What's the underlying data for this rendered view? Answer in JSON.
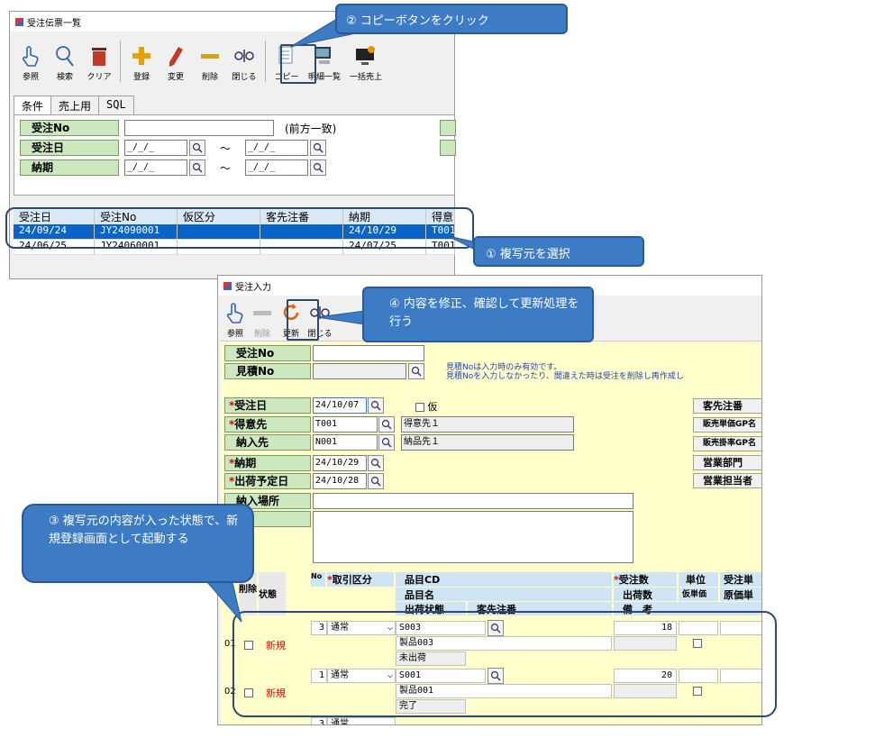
{
  "list_window": {
    "title": "受注伝票一覧",
    "toolbar": [
      {
        "label": "参照",
        "icon": "hand-icon"
      },
      {
        "label": "検索",
        "icon": "magnifier-icon"
      },
      {
        "label": "クリア",
        "icon": "trash-icon"
      },
      {
        "label": "登録",
        "icon": "plus-icon"
      },
      {
        "label": "変更",
        "icon": "pencil-icon"
      },
      {
        "label": "削除",
        "icon": "minus-icon"
      },
      {
        "label": "閉じる",
        "icon": "close-door-icon"
      },
      {
        "label": "コピー",
        "icon": "copy-icon"
      },
      {
        "label": "明細一覧",
        "icon": "monitor-icon"
      },
      {
        "label": "一括売上",
        "icon": "monitor-gear-icon"
      }
    ],
    "tabs": [
      "条件",
      "売上用",
      "SQL"
    ],
    "conditions": {
      "order_no_label": "受注No",
      "order_no_hint": "(前方一致)",
      "order_date_label": "受注日",
      "due_label": "納期",
      "date_placeholder": "_/_/_",
      "tilde": "～"
    },
    "grid_headers": [
      "受注日",
      "受注No",
      "仮区分",
      "客先注番",
      "納期",
      "得意"
    ],
    "rows": [
      {
        "date": "24/09/24",
        "no": "JY24090001",
        "temp": "",
        "cust_no": "",
        "due": "24/10/29",
        "tok": "T001"
      },
      {
        "date": "24/06/25",
        "no": "JY24060001",
        "temp": "",
        "cust_no": "",
        "due": "24/07/25",
        "tok": "T001"
      }
    ]
  },
  "entry_window": {
    "title": "受注入力",
    "toolbar": [
      {
        "label": "参照",
        "icon": "hand-icon"
      },
      {
        "label": "削除",
        "icon": "minus-icon"
      },
      {
        "label": "更新",
        "icon": "refresh-icon"
      },
      {
        "label": "閉じる",
        "icon": "close-door-icon"
      }
    ],
    "order_no_label": "受注No",
    "estimate_no_label": "見積No",
    "notice_line1": "見積Noは入力時のみ有効です。",
    "notice_line2": "見積Noを入力しなかったり、間違えた時は受注を削除し再作成し",
    "order_date_label": "受注日",
    "order_date_value": "24/10/07",
    "temp_label": "仮",
    "customer_label": "得意先",
    "customer_code": "T001",
    "customer_name": "得意先１",
    "delivery_label": "納入先",
    "delivery_code": "N001",
    "delivery_name": "納品先１",
    "due_label": "納期",
    "due_value": "24/10/29",
    "ship_label": "出荷予定日",
    "ship_value": "24/10/28",
    "place_label": "納入場所",
    "remark_label": "考",
    "side_buttons": [
      "客先注番",
      "販売単価GP名",
      "販売掛率GP名",
      "営業部門",
      "営業担当者"
    ],
    "detail_headers": {
      "del": "削除",
      "status": "状態",
      "no": "No",
      "torihiki": "取引区分",
      "item_cd": "品目CD",
      "qty": "受注数",
      "unit": "単位",
      "price": "受注単",
      "item_name": "品目名",
      "ship_qty": "出荷数",
      "temp_unit": "仮単価",
      "cost": "原価単",
      "ship_status": "出荷状態",
      "cust_no": "客先注番",
      "remark": "備　考"
    },
    "detail_rows": [
      {
        "line": "01",
        "status": "新規",
        "no": "3",
        "kubun": "通常",
        "item_cd": "S003",
        "qty": "18",
        "item_name": "製品003",
        "ship_status": "未出荷"
      },
      {
        "line": "02",
        "status": "新規",
        "no": "1",
        "kubun": "通常",
        "item_cd": "S001",
        "qty": "20",
        "item_name": "製品001",
        "ship_status": "完了"
      }
    ],
    "partial_row": {
      "no": "3",
      "kubun": "通常"
    }
  },
  "callouts": {
    "c1": "① 複写元を選択",
    "c2": "② コピーボタンをクリック",
    "c3": "③ 複写元の内容が入った状態で、新規登録画面として起動する",
    "c4": "④ 内容を修正、確認して更新処理を行う"
  },
  "colors": {
    "accent": "#3d7cc4",
    "label_green": "#cde7bf",
    "selected_row": "#0a64c8",
    "entry_bg": "#ffffcc",
    "status_new": "#e00000"
  }
}
